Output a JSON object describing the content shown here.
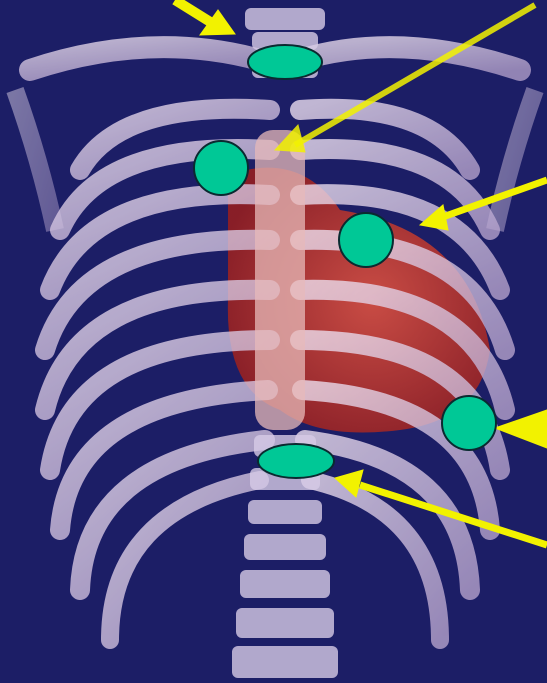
{
  "scene": {
    "subject": "ribcage-with-heart",
    "background_color": "#1c1e66",
    "bone_color": "#d8c8e8",
    "heart_color": "#c8322a",
    "marker_color": "#00c896",
    "arrow_color": "#f2f200"
  },
  "markers": [
    {
      "name": "marker-top-oval"
    },
    {
      "name": "marker-upper-left"
    },
    {
      "name": "marker-center-right"
    },
    {
      "name": "marker-lower-right"
    },
    {
      "name": "marker-bottom-oval"
    }
  ],
  "arrows": [
    {
      "name": "arrow-top-left"
    },
    {
      "name": "arrow-top-right-long"
    },
    {
      "name": "arrow-right-mid"
    },
    {
      "name": "arrow-right-lower"
    },
    {
      "name": "arrow-bottom-right"
    }
  ]
}
